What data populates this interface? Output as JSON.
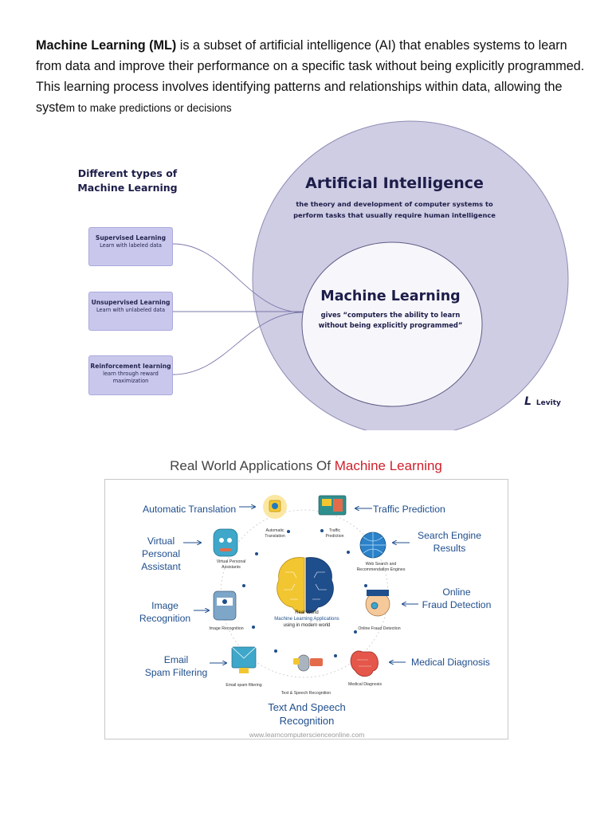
{
  "intro": {
    "bold_term": "Machine Learning (ML)",
    "text_main": " is a subset of artificial intelligence (AI) that enables systems to learn from data and improve their performance on a specific task without being explicitly programmed. This learning process involves identifying patterns and relationships within data, allowing the syste",
    "text_small": "m to make predictions or decisions"
  },
  "ml_types_diagram": {
    "heading_line1": "Different types of",
    "heading_line2": "Machine Learning",
    "types": [
      {
        "title": "Supervised Learning",
        "subtitle": "Learn with labeled data"
      },
      {
        "title": "Unsupervised Learning",
        "subtitle": "Learn with unlabeled data"
      },
      {
        "title": "Reinforcement learning",
        "subtitle": "learn through reward maximization"
      }
    ],
    "ai_circle": {
      "title": "Artificial Intelligence",
      "subtitle_line1": "the theory and development of computer systems to",
      "subtitle_line2": "perform tasks that usually require human intelligence"
    },
    "ml_circle": {
      "title": "Machine Learning",
      "subtitle_line1": "gives “computers the ability to learn",
      "subtitle_line2": "without being explicitly programmed”"
    },
    "brand_mark": "L",
    "brand": "Levity",
    "colors": {
      "outer_circle": "#cfcde3",
      "inner_circle": "#f7f6fb",
      "box_fill": "#c9c8ec",
      "dark_text": "#1d1d4a"
    }
  },
  "applications_diagram": {
    "title_prefix": "Real World Applications Of ",
    "title_highlight": "Machine Learning",
    "labels": {
      "automatic_translation": "Automatic Translation",
      "traffic_prediction": "Traffic Prediction",
      "virtual_assistant_line1": "Virtual",
      "virtual_assistant_line2": "Personal Assistant",
      "search_engine_line1": "Search Engine",
      "search_engine_line2": "Results",
      "image_recognition_line1": "Image",
      "image_recognition_line2": "Recognition",
      "fraud_line1": "Online",
      "fraud_line2": "Fraud Detection",
      "email_line1": "Email",
      "email_line2": "Spam Filtering",
      "medical": "Medical Diagnosis",
      "tts_line1": "Text And Speech",
      "tts_line2": "Recognition"
    },
    "icon_captions": {
      "automatic_translation_1": "Automatic",
      "automatic_translation_2": "Translation",
      "traffic_1": "Traffic",
      "traffic_2": "Prediction",
      "virtual_1": "Virtual Personal",
      "virtual_2": "Assistants",
      "web_search_1": "Web Search and",
      "web_search_2": "Recommendation Engines",
      "image_recognition": "Image Recognition",
      "fraud": "Online Fraud Detection",
      "email": "Email spam filtering",
      "tts": "Text & Speech Recognition",
      "medical": "Medical Diagnosis"
    },
    "center": {
      "line1": "Real World",
      "line2": "Machine Learning Applications",
      "line3": "using in modern world"
    },
    "watermark": "www.learncomputerscienceonline.com",
    "colors": {
      "label_blue": "#1f4e8c",
      "highlight_red": "#d0202a"
    }
  }
}
